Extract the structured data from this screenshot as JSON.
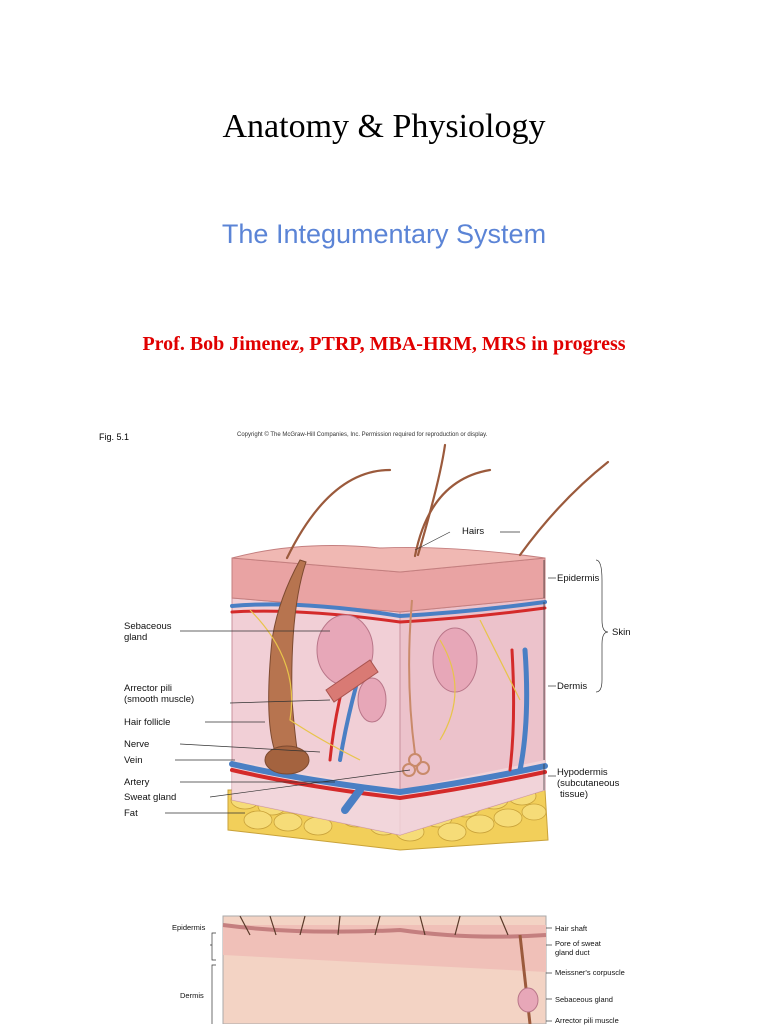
{
  "header": {
    "title": "Anatomy & Physiology",
    "subtitle": "The Integumentary System",
    "author": "Prof. Bob Jimenez, PTRP, MBA-HRM, MRS in progress"
  },
  "figure1": {
    "label": "Fig. 5.1",
    "copyright": "Copyright © The McGraw-Hill Companies, Inc. Permission required for reproduction or display.",
    "left_labels": [
      "Sebaceous",
      "gland",
      "Arrector pili",
      "(smooth muscle)",
      "Hair follicle",
      "Nerve",
      "Vein",
      "Artery",
      "Sweat gland",
      "Fat"
    ],
    "right_labels": {
      "hairs": "Hairs",
      "epidermis": "Epidermis",
      "skin": "Skin",
      "dermis": "Dermis",
      "hypodermis": "Hypodermis",
      "hypodermis_sub1": "(subcutaneous",
      "hypodermis_sub2": "tissue)"
    }
  },
  "figure2": {
    "left_labels": {
      "epidermis": "Epidermis",
      "dermis": "Dermis"
    },
    "right_labels": [
      "Hair shaft",
      "Pore of sweat",
      "gland duct",
      "Meissner's corpuscle",
      "Sebaceous gland",
      "Arrector pili muscle"
    ]
  },
  "colors": {
    "subtitle": "#5b84d6",
    "author": "#e00000",
    "epidermis": "#e9a3a3",
    "dermis": "#efc7cf",
    "fat": "#f2cf5a",
    "vein": "#4a7fc4",
    "artery": "#d42a2a",
    "hair": "#9b5a3c"
  }
}
